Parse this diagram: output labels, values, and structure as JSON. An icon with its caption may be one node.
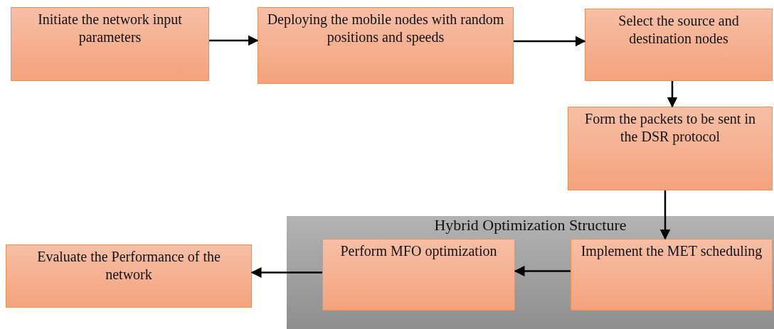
{
  "diagram": {
    "nodes": [
      {
        "text": [
          "Initiate the network input parameters"
        ]
      },
      {
        "text": [
          "Deploying the mobile nodes with random positions and speeds"
        ]
      },
      {
        "text": [
          "Select the source and destination nodes"
        ]
      },
      {
        "text": [
          "Form the packets to be sent in the DSR protocol"
        ]
      },
      {
        "text": [
          "Evaluate the Performance of the network"
        ]
      },
      {
        "text": [
          "Hybrid Optimization Structure"
        ]
      },
      {
        "text": [
          "Perform MFO optimization"
        ],
        "in": 5
      },
      {
        "text": [
          "Implement the MET scheduling"
        ],
        "in": 5
      }
    ],
    "edges": [
      {
        "from": 0,
        "to": 1,
        "arrow": "to"
      },
      {
        "from": 1,
        "to": 2,
        "arrow": "to"
      },
      {
        "from": 2,
        "to": 3,
        "arrow": "to"
      },
      {
        "from": 3,
        "to": 7,
        "arrow": "to"
      },
      {
        "from": 7,
        "to": 6,
        "arrow": "to"
      },
      {
        "from": 6,
        "to": 4,
        "arrow": "to"
      }
    ]
  }
}
